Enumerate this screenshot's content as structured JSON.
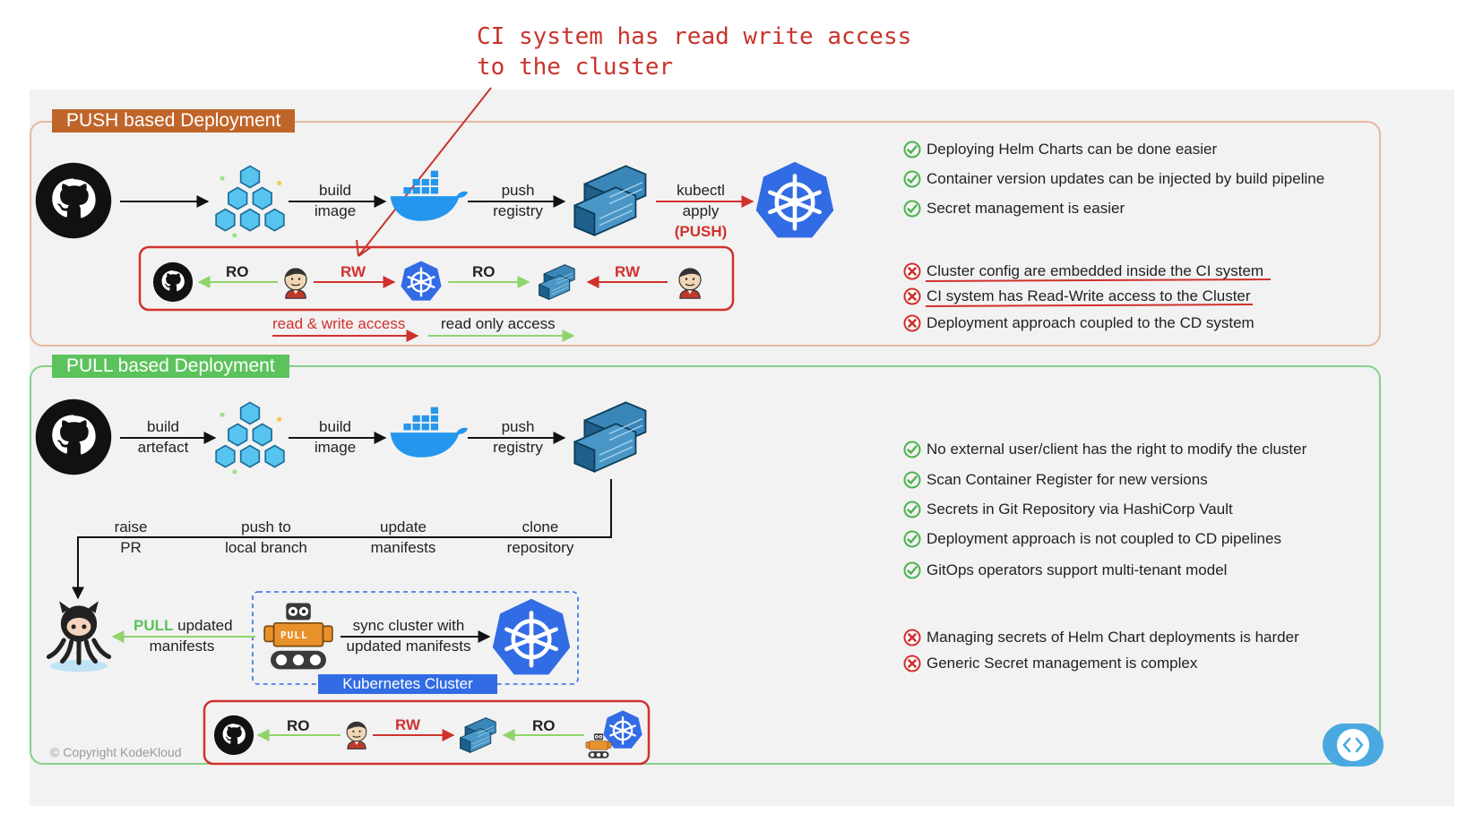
{
  "annotation": {
    "line1": "CI system has read write access",
    "line2": "to the cluster"
  },
  "push": {
    "section_title": "PUSH based Deployment",
    "steps": {
      "build_image_1": "build",
      "build_image_2": "image",
      "push_registry_1": "push",
      "push_registry_2": "registry",
      "kubectl_1": "kubectl",
      "kubectl_2": "apply",
      "kubectl_3": "(PUSH)"
    },
    "access_row": {
      "ro1": "RO",
      "rw1": "RW",
      "ro2": "RO",
      "rw2": "RW"
    },
    "legend": {
      "rw": "read & write access",
      "ro": "read only access"
    },
    "pros": [
      "Deploying Helm Charts can be done easier",
      "Container version updates can be injected by build pipeline",
      "Secret management is easier"
    ],
    "cons": [
      "Cluster config are embedded inside the CI system",
      "CI system has Read-Write access to the Cluster",
      "Deployment approach coupled to the CD system"
    ]
  },
  "pull": {
    "section_title": "PULL based Deployment",
    "steps": {
      "build_artefact_1": "build",
      "build_artefact_2": "artefact",
      "build_image_1": "build",
      "build_image_2": "image",
      "push_registry_1": "push",
      "push_registry_2": "registry",
      "raise_pr_1": "raise",
      "raise_pr_2": "PR",
      "push_local_1": "push to",
      "push_local_2": "local branch",
      "update_1": "update",
      "update_2": "manifests",
      "clone_1": "clone",
      "clone_2": "repository",
      "pull_1": "PULL",
      "pull_1b": "updated",
      "pull_2": "manifests",
      "sync_1": "sync cluster with",
      "sync_2": "updated manifests",
      "operator_tag": "PULL"
    },
    "cluster_label": "Kubernetes Cluster",
    "access_row": {
      "ro1": "RO",
      "rw1": "RW",
      "ro2": "RO"
    },
    "pros": [
      "No external user/client has the right to modify the cluster",
      "Scan Container Register for new versions",
      "Secrets in Git Repository via HashiCorp Vault",
      "Deployment approach is not coupled to CD pipelines",
      "GitOps operators support multi-tenant model"
    ],
    "cons": [
      "Managing secrets of Helm Chart deployments is harder",
      "Generic Secret management is complex"
    ]
  },
  "copyright": "© Copyright KodeKloud",
  "icons": [
    "github-icon",
    "artifact-cubes-icon",
    "docker-icon",
    "registry-icon",
    "kubernetes-icon",
    "jenkins-icon",
    "octocat-icon",
    "gitops-operator-icon",
    "check-icon",
    "cross-icon",
    "code-icon"
  ],
  "colors": {
    "push_accent": "#c0652a",
    "pull_accent": "#5cc35c",
    "rw": "#d0312d",
    "ro": "#8fd46b",
    "k8s": "#326ce5",
    "docker": "#2496ed"
  }
}
